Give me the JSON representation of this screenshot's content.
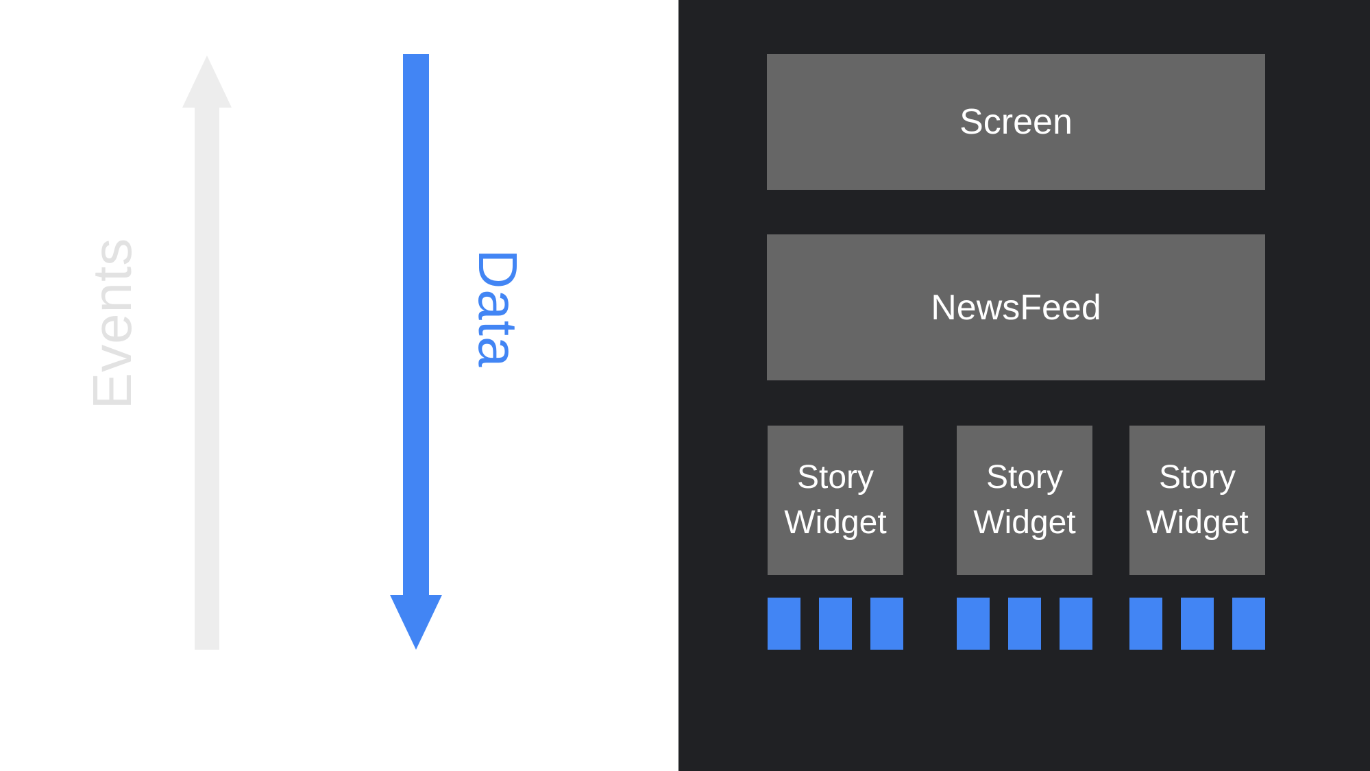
{
  "left_panel": {
    "events_label": "Events",
    "events_arrow_direction": "up",
    "data_label": "Data",
    "data_arrow_direction": "down"
  },
  "right_panel": {
    "screen_label": "Screen",
    "newsfeed_label": "NewsFeed",
    "story_widgets": [
      {
        "label": "Story Widget",
        "data_chip_count": 3
      },
      {
        "label": "Story Widget",
        "data_chip_count": 3
      },
      {
        "label": "Story Widget",
        "data_chip_count": 3
      }
    ]
  },
  "colors": {
    "left_background": "#ffffff",
    "panel_dark": "#202124",
    "box_gray": "#666666",
    "box_text_white": "#ffffff",
    "accent_blue": "#4285f4",
    "arrow_light_gray": "#ededed",
    "events_text_gray": "#e2e2e2"
  }
}
